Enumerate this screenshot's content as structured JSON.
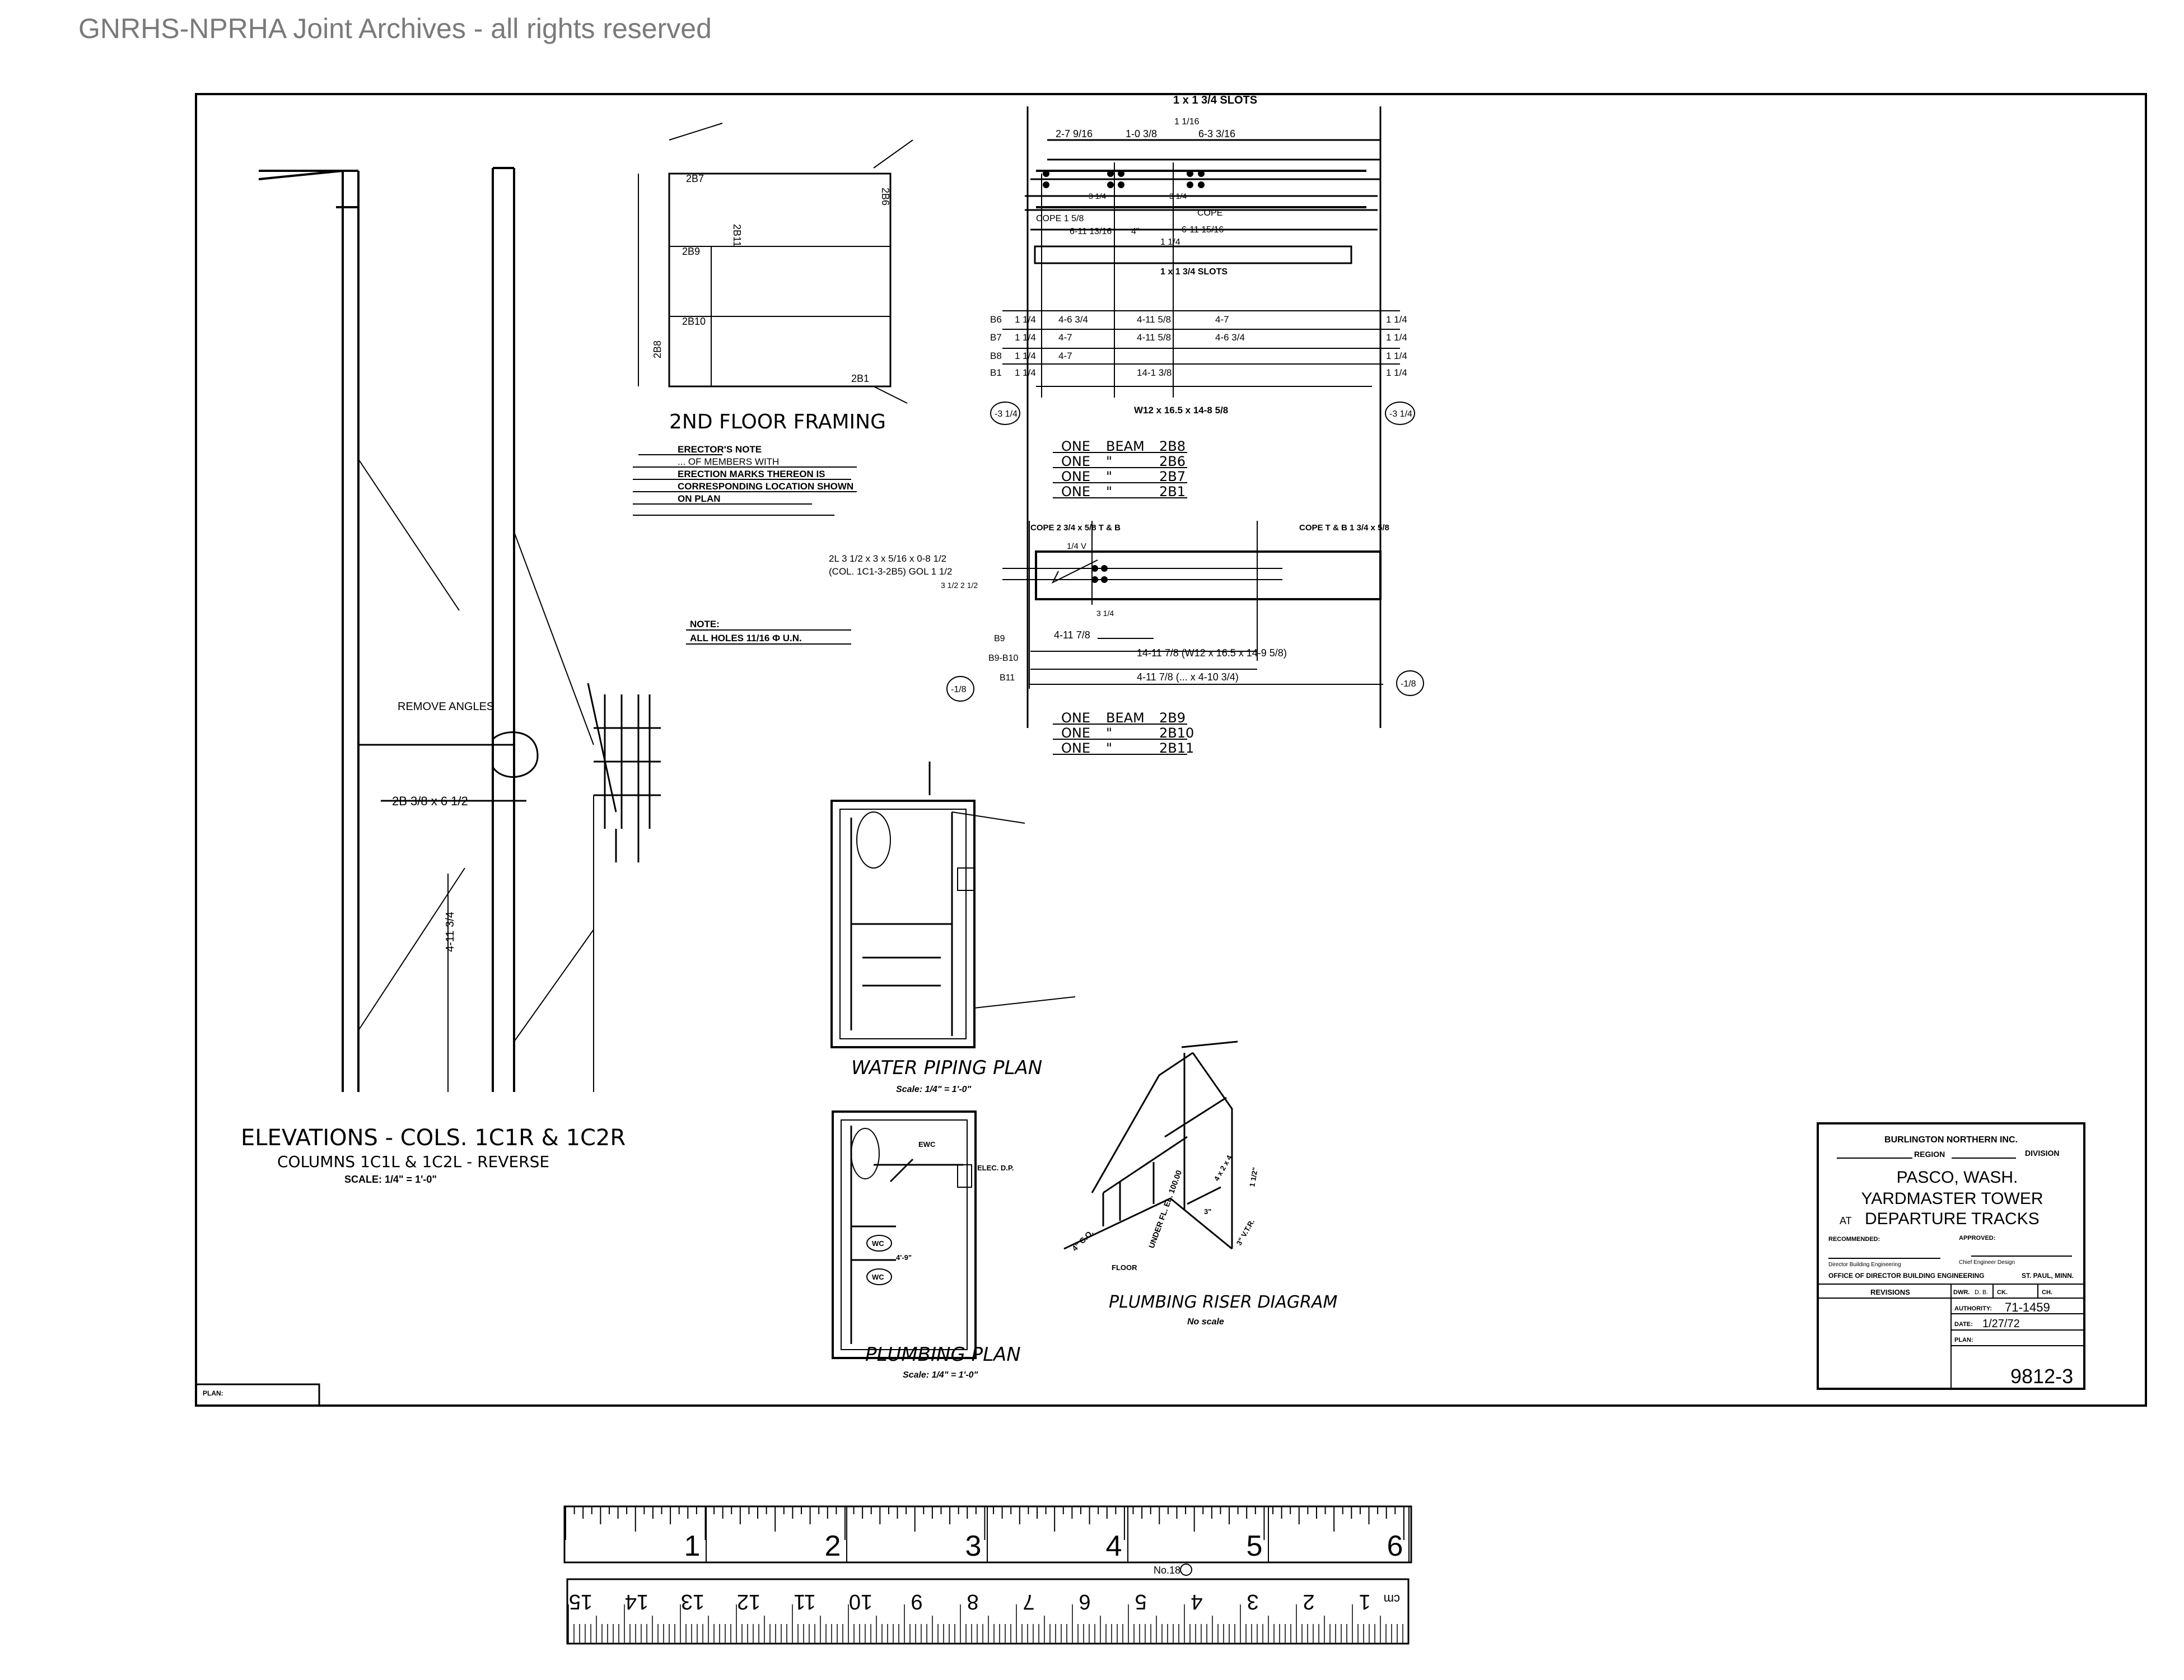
{
  "watermark": "GNRHS-NPRHA Joint Archives - all rights reserved",
  "elevations": {
    "title": "ELEVATIONS - COLS. 1C1R & 1C2R",
    "subtitle": "COLUMNS 1C1L & 1C2L - REVERSE",
    "scale": "SCALE: 1/4\" = 1'-0\"",
    "labels": [
      "REMOVE ANGLES",
      "2B 3/8 x 6 1/2",
      "4-11 3/4"
    ]
  },
  "floor_framing": {
    "title": "2ND FLOOR FRAMING",
    "beam_labels": [
      "2B7",
      "2B11",
      "2B9",
      "2B10",
      "2B8",
      "2B6",
      "2B1"
    ],
    "note_title": "ERECTOR'S NOTE",
    "note_lines": [
      "... OF MEMBERS WITH",
      "ERECTION MARKS THEREON IS",
      "CORRESPONDING LOCATION SHOWN",
      "ON PLAN"
    ]
  },
  "beam_detail_1": {
    "dims_top": [
      "1 x 1 3/4 SLOTS",
      "1 1/16",
      "2-7 9/16",
      "1-0 3/8",
      "6-3 3/16"
    ],
    "dims_mid": [
      "COPE 1 5/8",
      "COPE",
      "6-11 13/16",
      "6-11 15/16",
      "4\"",
      "1 1/4",
      "1 x 1 3/4 SLOTS",
      "3 1/4",
      "3 1/4"
    ],
    "rows": [
      {
        "mark": "B6",
        "left": "1 1/4",
        "a": "4-6 3/4",
        "b": "4-11 5/8",
        "c": "4-7",
        "right": "1 1/4"
      },
      {
        "mark": "B7",
        "left": "1 1/4",
        "a": "4-7",
        "b": "4-11 5/8",
        "c": "4-6 3/4",
        "right": "1 1/4"
      },
      {
        "mark": "B8",
        "left": "1 1/4",
        "a": "4-7",
        "b": "",
        "c": "",
        "right": "1 1/4"
      },
      {
        "mark": "B1",
        "left": "1 1/4",
        "a": "",
        "b": "14-1 3/8",
        "c": "",
        "right": "1 1/4"
      }
    ],
    "overall": "W12 x 16.5 x 14-8 5/8",
    "end_marks": [
      "-3 1/4",
      "-3 1/4"
    ],
    "list": [
      {
        "qty": "ONE",
        "desc": "BEAM",
        "mark": "2B8"
      },
      {
        "qty": "ONE",
        "desc": "\"",
        "mark": "2B6"
      },
      {
        "qty": "ONE",
        "desc": "\"",
        "mark": "2B7"
      },
      {
        "qty": "ONE",
        "desc": "\"",
        "mark": "2B1"
      }
    ]
  },
  "beam_detail_2": {
    "left_cope": "COPE 2 3/4 x 5/8 T & B",
    "right_cope": "COPE T & B 1 3/4 x 5/8",
    "side_note_1": "2L 3 1/2 x 3 x 5/16 x 0-8 1/2",
    "side_note_2": "(COL. 1C1-3-2B5) GOL 1 1/2",
    "side_note_3": "3 1/2 2 1/2",
    "weld": "1/4 V",
    "hole_dim": "3 1/4",
    "row_marks": [
      "B9",
      "B9-B10",
      "B11"
    ],
    "dim_1": "4-11 7/8",
    "dim_2": "14-11 7/8 (W12 x 16.5 x 14-9 5/8)",
    "dim_3": "4-11 7/8 (... x 4-10 3/4)",
    "end_marks": [
      "-1/8",
      "-1/8"
    ],
    "list": [
      {
        "qty": "ONE",
        "desc": "BEAM",
        "mark": "2B9"
      },
      {
        "qty": "ONE",
        "desc": "\"",
        "mark": "2B10"
      },
      {
        "qty": "ONE",
        "desc": "\"",
        "mark": "2B11"
      }
    ]
  },
  "note": {
    "title": "NOTE:",
    "text": "ALL HOLES 11/16 Φ U.N."
  },
  "water_piping": {
    "title": "WATER PIPING PLAN",
    "scale": "Scale: 1/4\" = 1'-0\""
  },
  "plumbing_plan": {
    "title": "PLUMBING PLAN",
    "scale": "Scale: 1/4\" = 1'-0\"",
    "labels": [
      "WC",
      "WC",
      "EWC",
      "ELEC. D.P.",
      "4'-9\""
    ]
  },
  "riser": {
    "title": "PLUMBING RISER DIAGRAM",
    "scale": "No scale",
    "labels": [
      "4\" C.O.",
      "UNDER FL. EL. 100.00",
      "FLOOR",
      "4 x 2 x 4",
      "3\"",
      "1 1/2\"",
      "3\" V.T.R."
    ]
  },
  "title_block": {
    "company": "BURLINGTON NORTHERN INC.",
    "region": "REGION",
    "division": "DIVISION",
    "line1": "PASCO, WASH.",
    "line2": "YARDMASTER TOWER",
    "line3_prefix": "AT",
    "line3": "DEPARTURE TRACKS",
    "recommended": "RECOMMENDED:",
    "approved": "APPROVED:",
    "sig1": "Director Building Engineering",
    "sig2": "Chief Engineer Design",
    "office": "OFFICE OF DIRECTOR BUILDING ENGINEERING",
    "city": "ST. PAUL, MINN.",
    "revisions": "REVISIONS",
    "drawn_label": "DWR.",
    "drawn": "D. B.",
    "checked_label": "CK.",
    "approved_label": "CH.",
    "authority_label": "AUTHORITY:",
    "authority": "71-1459",
    "date_label": "DATE:",
    "date": "1/27/72",
    "plan_label": "PLAN:",
    "plan_number": "9812-3"
  },
  "plan_box": {
    "label": "PLAN:"
  },
  "ruler_inches": {
    "labels": [
      "1",
      "2",
      "3",
      "4",
      "5",
      "6"
    ],
    "maker": "No.18"
  },
  "ruler_cm": {
    "labels": [
      "1",
      "2",
      "3",
      "4",
      "5",
      "6",
      "7",
      "8",
      "9",
      "10",
      "11",
      "12",
      "13",
      "14",
      "15"
    ],
    "unit": "cm"
  },
  "colors": {
    "ink": "#000000",
    "paper": "#ffffff",
    "watermark": "#7a7a7a"
  }
}
